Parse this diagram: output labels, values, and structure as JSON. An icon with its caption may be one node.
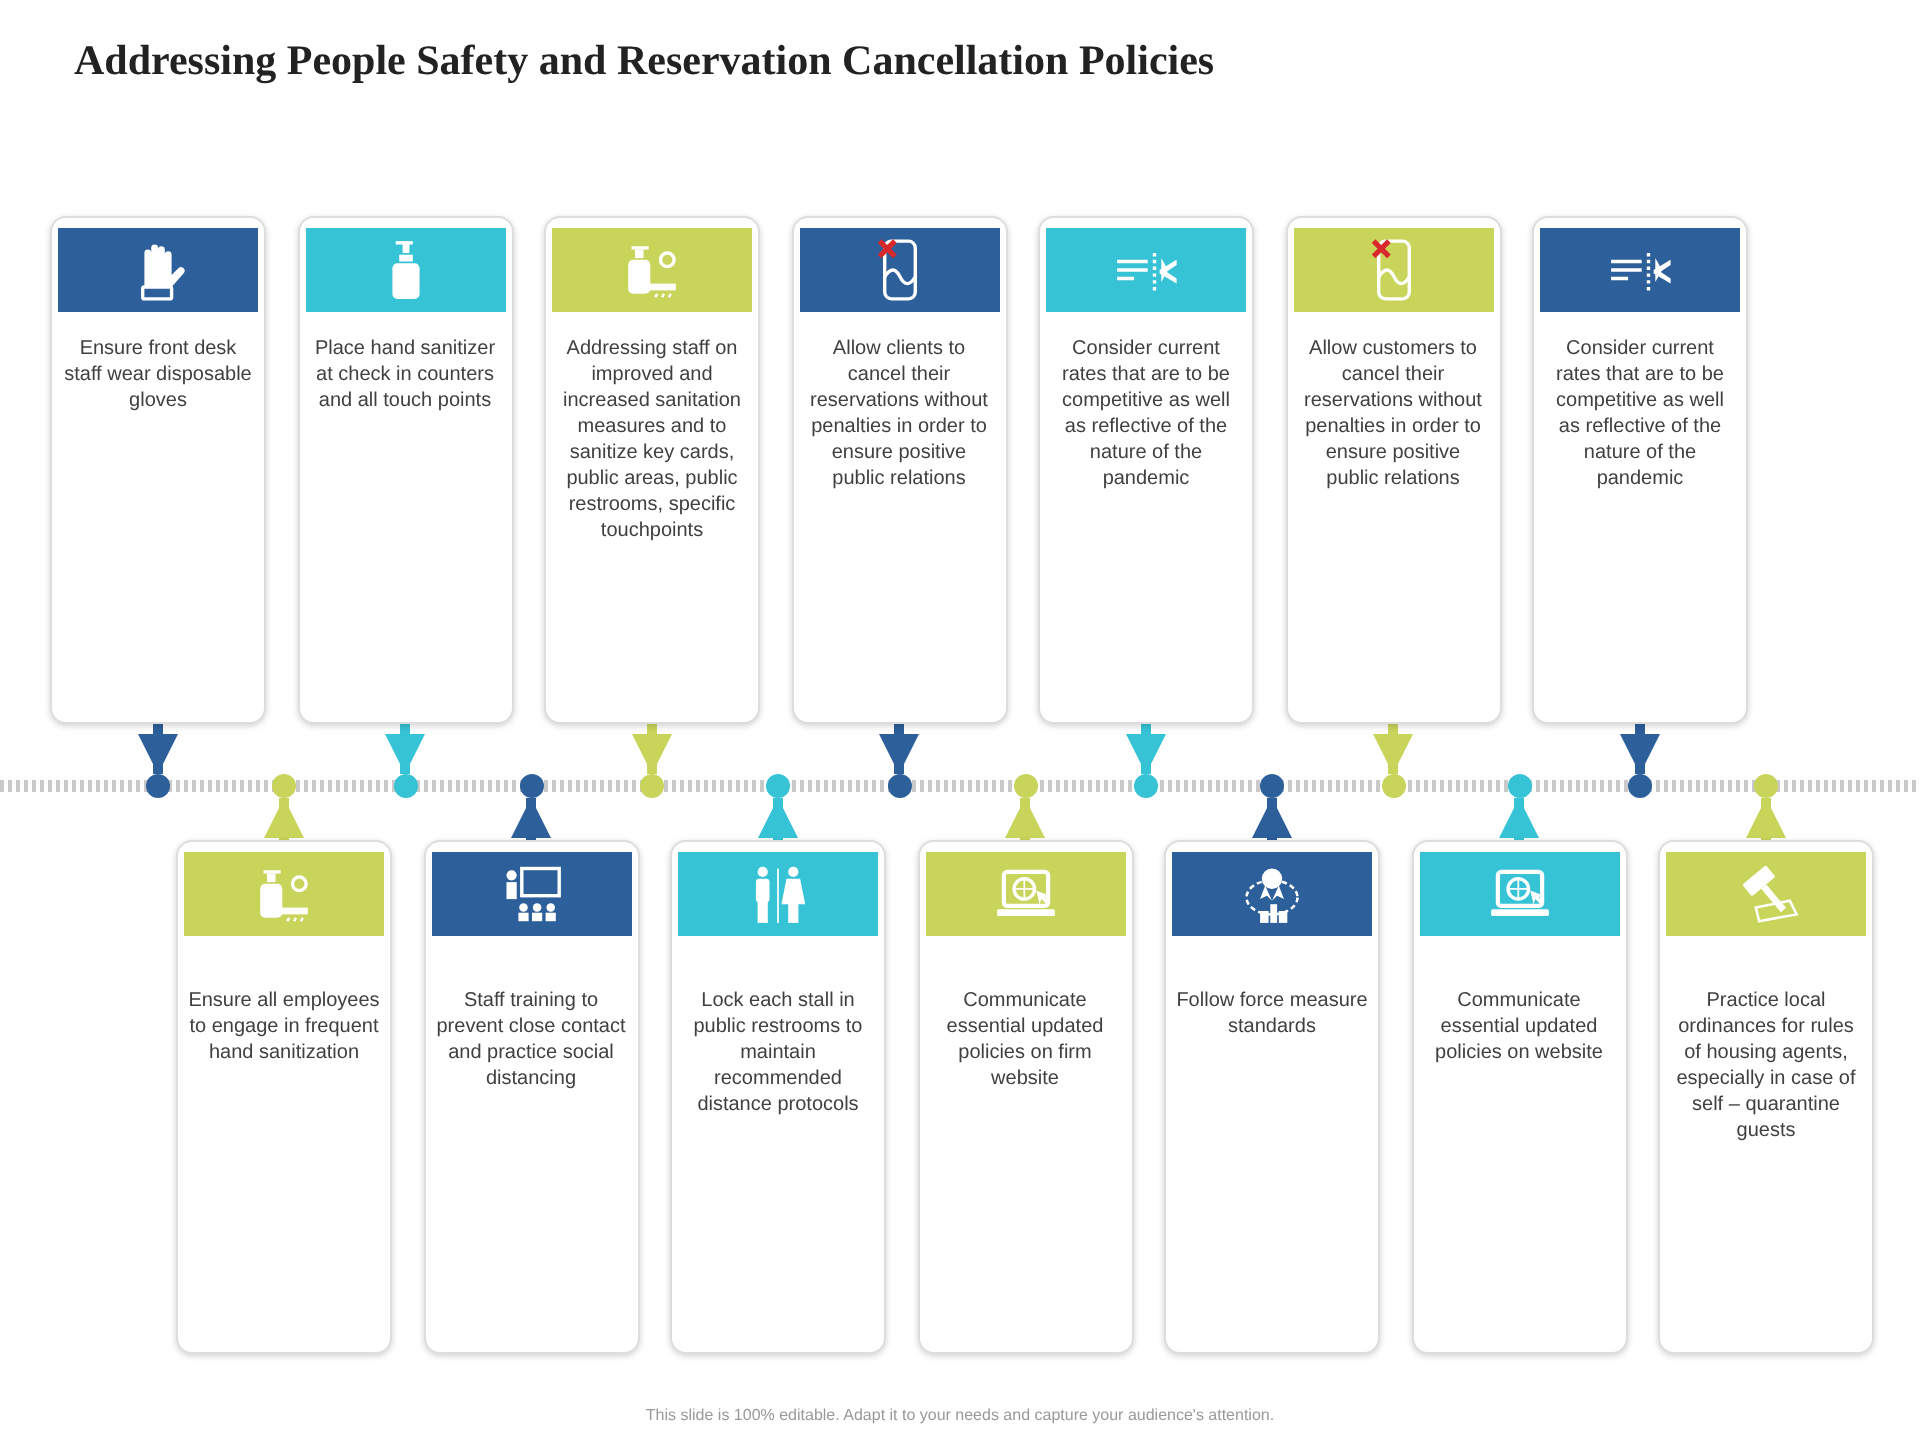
{
  "diagram": {
    "title": "Addressing People Safety and Reservation Cancellation Policies",
    "nodes": [
      {
        "text": [
          "Ensure front desk staff wear disposable gloves"
        ]
      },
      {
        "text": [
          "Place hand sanitizer at check in counters and all touch points"
        ]
      },
      {
        "text": [
          "Addressing staff on improved and increased sanitation measures and to sanitize key cards, public areas, public restrooms, specific touchpoints"
        ]
      },
      {
        "text": [
          "Allow clients to cancel their reservations without penalties in order to ensure positive public relations"
        ]
      },
      {
        "text": [
          "Consider current rates that are to be competitive as well as reflective of the nature of the pandemic"
        ]
      },
      {
        "text": [
          "Allow customers to cancel their reservations without penalties in order to ensure positive public relations"
        ]
      },
      {
        "text": [
          "Consider current rates that are to be competitive as well as reflective of the nature of the pandemic"
        ]
      },
      {
        "text": [],
        "shape": "circle"
      },
      {
        "text": [],
        "shape": "circle"
      },
      {
        "text": [],
        "shape": "circle"
      },
      {
        "text": [],
        "shape": "circle"
      },
      {
        "text": [],
        "shape": "circle"
      },
      {
        "text": [],
        "shape": "circle"
      },
      {
        "text": [],
        "shape": "circle"
      },
      {
        "text": [],
        "shape": "circle"
      },
      {
        "text": [],
        "shape": "circle"
      },
      {
        "text": [],
        "shape": "circle"
      },
      {
        "text": [],
        "shape": "circle"
      },
      {
        "text": [],
        "shape": "circle"
      },
      {
        "text": [],
        "shape": "circle"
      },
      {
        "text": [],
        "shape": "circle"
      },
      {
        "text": [
          "Ensure all employees to engage in frequent hand sanitization"
        ]
      },
      {
        "text": [
          "Staff training to prevent close contact and practice social distancing"
        ]
      },
      {
        "text": [
          "Lock each stall in public restrooms to maintain recommended distance protocols"
        ]
      },
      {
        "text": [
          "Communicate essential updated policies on firm website"
        ]
      },
      {
        "text": [
          "Follow force measure standards"
        ]
      },
      {
        "text": [
          "Communicate essential updated policies on website"
        ]
      },
      {
        "text": [
          "Practice local ordinances for rules of housing agents, especially in case of self – quarantine guests"
        ]
      }
    ],
    "edges": [
      {
        "from": 0,
        "to": 7,
        "arrow": "to",
        "color": "#2d5f9a"
      },
      {
        "from": 21,
        "to": 8,
        "arrow": "to",
        "color": "#c8d45a"
      },
      {
        "from": 1,
        "to": 9,
        "arrow": "to",
        "color": "#36c3d6"
      },
      {
        "from": 22,
        "to": 10,
        "arrow": "to",
        "color": "#2d5f9a"
      },
      {
        "from": 2,
        "to": 11,
        "arrow": "to",
        "color": "#c8d45a"
      },
      {
        "from": 23,
        "to": 12,
        "arrow": "to",
        "color": "#36c3d6"
      },
      {
        "from": 3,
        "to": 13,
        "arrow": "to",
        "color": "#2d5f9a"
      },
      {
        "from": 24,
        "to": 14,
        "arrow": "to",
        "color": "#c8d45a"
      },
      {
        "from": 4,
        "to": 15,
        "arrow": "to",
        "color": "#36c3d6"
      },
      {
        "from": 25,
        "to": 16,
        "arrow": "to",
        "color": "#2d5f9a"
      },
      {
        "from": 5,
        "to": 17,
        "arrow": "to",
        "color": "#c8d45a"
      },
      {
        "from": 26,
        "to": 18,
        "arrow": "to",
        "color": "#36c3d6"
      },
      {
        "from": 6,
        "to": 19,
        "arrow": "to",
        "color": "#2d5f9a"
      },
      {
        "from": 27,
        "to": 20,
        "arrow": "to",
        "color": "#c8d45a"
      }
    ],
    "labels": [
      "This slide is 100% editable. Adapt it to your needs and capture your audience's attention."
    ]
  }
}
